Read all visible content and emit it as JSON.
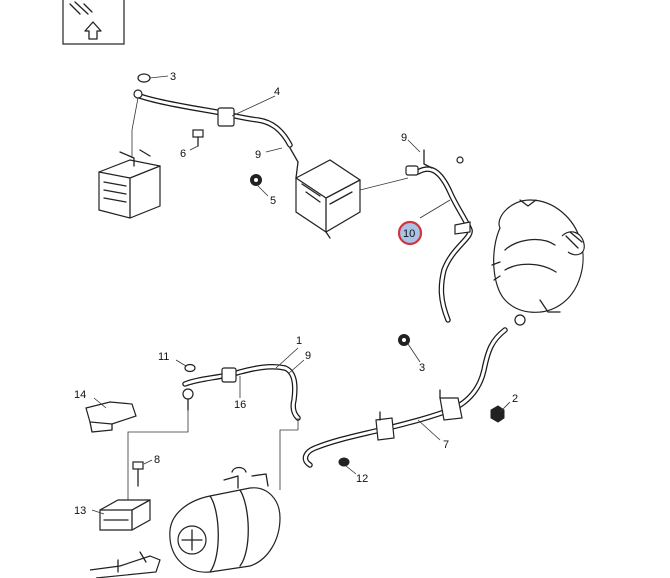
{
  "callouts": {
    "c1": "1",
    "c2": "2",
    "c3a": "3",
    "c3b": "3",
    "c4": "4",
    "c5": "5",
    "c6": "6",
    "c7": "7",
    "c8": "8",
    "c9a": "9",
    "c9b": "9",
    "c9c": "9",
    "c10": "10",
    "c11": "11",
    "c12": "12",
    "c13": "13",
    "c14": "14",
    "c16": "16"
  },
  "colors": {
    "highlight_ring": "#d0343c",
    "highlight_fill": "#a9c2e6"
  },
  "icons": {
    "front-indicator": "arrow-up-outline"
  }
}
